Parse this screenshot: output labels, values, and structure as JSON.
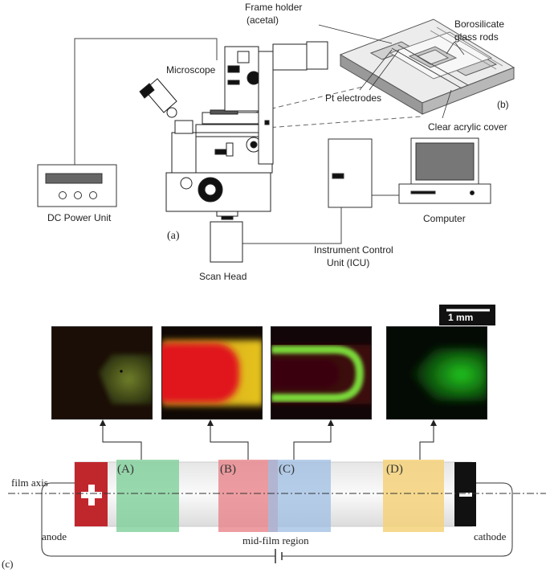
{
  "part_a": {
    "caption": "(a)",
    "microscope": "Microscope",
    "dc_power_unit": "DC Power Unit",
    "scan_head": "Scan Head",
    "icu_line1": "Instrument Control",
    "icu_line2": "Unit (ICU)",
    "computer": "Computer"
  },
  "part_b": {
    "caption": "(b)",
    "frame_holder_line1": "Frame holder",
    "frame_holder_line2": "(acetal)",
    "glass_rods_line1": "Borosilicate",
    "glass_rods_line2": "glass rods",
    "pt_electrodes": "Pt electrodes",
    "acrylic_cover": "Clear acrylic cover"
  },
  "part_c": {
    "caption": "(c)",
    "scale_bar": "1 mm",
    "film_axis": "film axis",
    "anode": "anode",
    "cathode": "cathode",
    "mid_film": "mid-film region",
    "region_a": "(A)",
    "region_b": "(B)",
    "region_c": "(C)",
    "region_d": "(D)",
    "colors": {
      "region_a": "#7fcf9a",
      "region_b": "#e9848a",
      "region_c": "#9dbde3",
      "region_d": "#f5d27a",
      "anode_block": "#c0272d",
      "cathode_block": "#111111"
    }
  }
}
